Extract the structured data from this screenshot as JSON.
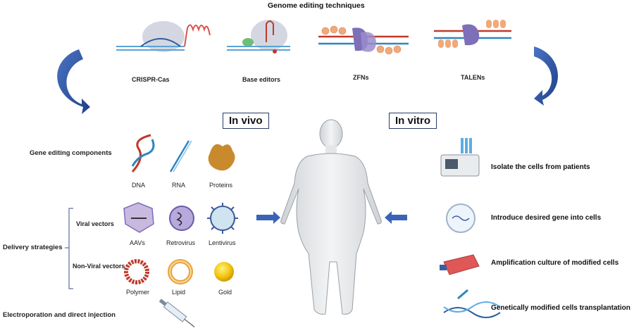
{
  "title": "Genome editing techniques",
  "techniques": [
    {
      "label": "CRISPR-Cas"
    },
    {
      "label": "Base editors"
    },
    {
      "label": "ZFNs"
    },
    {
      "label": "TALENs"
    }
  ],
  "in_vivo": {
    "label": "In vivo",
    "gene_editing": {
      "label": "Gene editing components",
      "items": [
        {
          "label": "DNA"
        },
        {
          "label": "RNA"
        },
        {
          "label": "Proteins"
        }
      ]
    },
    "delivery": {
      "label": "Delivery strategies",
      "viral": {
        "label": "Viral vectors",
        "items": [
          {
            "label": "AAVs"
          },
          {
            "label": "Retrovirus"
          },
          {
            "label": "Lentivirus"
          }
        ]
      },
      "nonviral": {
        "label": "Non-Viral vectors",
        "items": [
          {
            "label": "Polymer"
          },
          {
            "label": "Lipid"
          },
          {
            "label": "Gold"
          }
        ]
      }
    },
    "electroporation": "Electroporation and direct injection"
  },
  "in_vitro": {
    "label": "In vitro",
    "steps": [
      {
        "label": "Isolate the cells from patients"
      },
      {
        "label": "Introduce desired gene into cells"
      },
      {
        "label": "Amplification culture of modified cells"
      },
      {
        "label": "Genetically modified cells transplantation"
      }
    ]
  },
  "colors": {
    "arrow": "#2f57a6",
    "box_border": "#2b3a6b",
    "dna_red": "#c0392b",
    "dna_blue": "#2e86c1",
    "gold": "#e8b800"
  }
}
